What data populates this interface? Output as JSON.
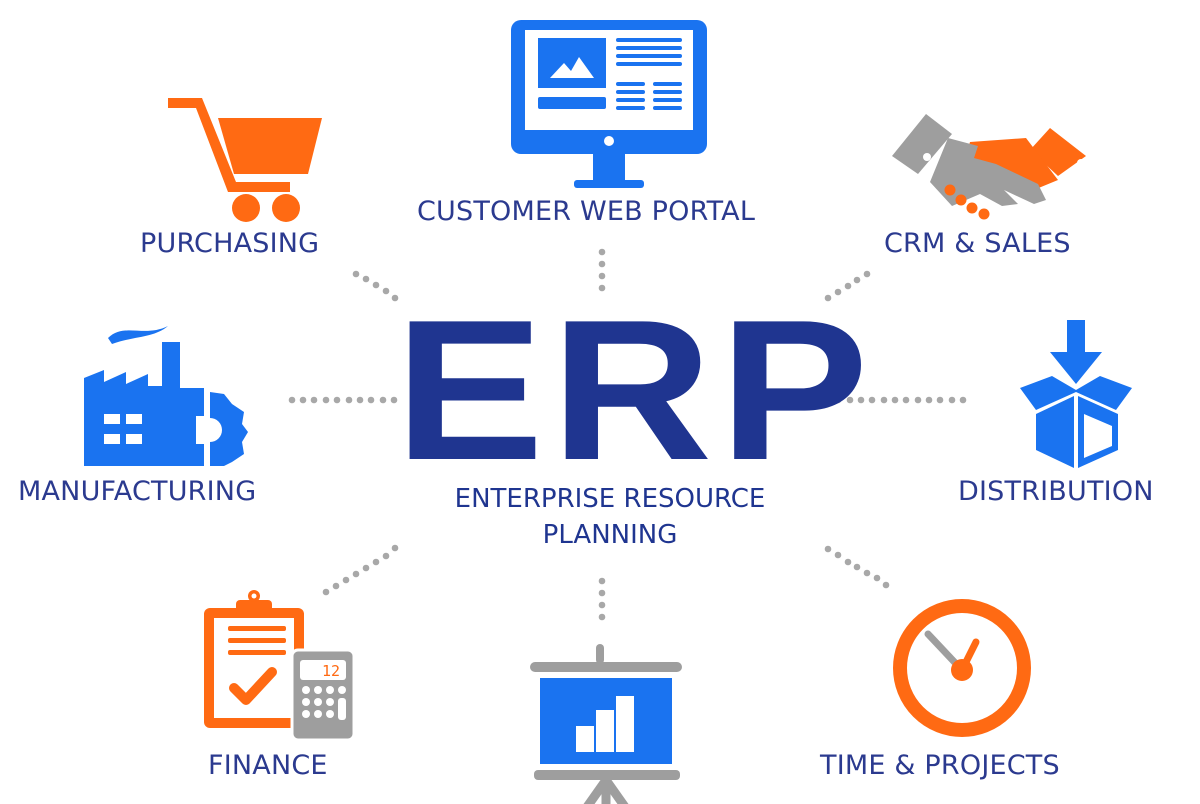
{
  "center": {
    "title": "ERP",
    "subtitle_line1": "ENTERPRISE RESOURCE",
    "subtitle_line2": "PLANNING"
  },
  "modules": [
    {
      "label": "CUSTOMER WEB PORTAL",
      "icon": "monitor-icon",
      "color": "#1a73f0"
    },
    {
      "label": "PURCHASING",
      "icon": "shopping-cart-icon",
      "color": "#ff6a13"
    },
    {
      "label": "CRM & SALES",
      "icon": "handshake-icon",
      "color": "#ff6a13"
    },
    {
      "label": "MANUFACTURING",
      "icon": "factory-icon",
      "color": "#1a73f0"
    },
    {
      "label": "DISTRIBUTION",
      "icon": "box-download-icon",
      "color": "#1a73f0"
    },
    {
      "label": "FINANCE",
      "icon": "clipboard-calculator-icon",
      "color": "#ff6a13"
    },
    {
      "label": "",
      "icon": "presentation-chart-icon",
      "color": "#1a73f0"
    },
    {
      "label": "TIME & PROJECTS",
      "icon": "clock-icon",
      "color": "#ff6a13"
    }
  ],
  "colors": {
    "navy": "#1f3590",
    "blue": "#1a73f0",
    "orange": "#ff6a13",
    "gray": "#9e9e9e",
    "dots": "#a8a8a8"
  },
  "calculator_display": "12"
}
